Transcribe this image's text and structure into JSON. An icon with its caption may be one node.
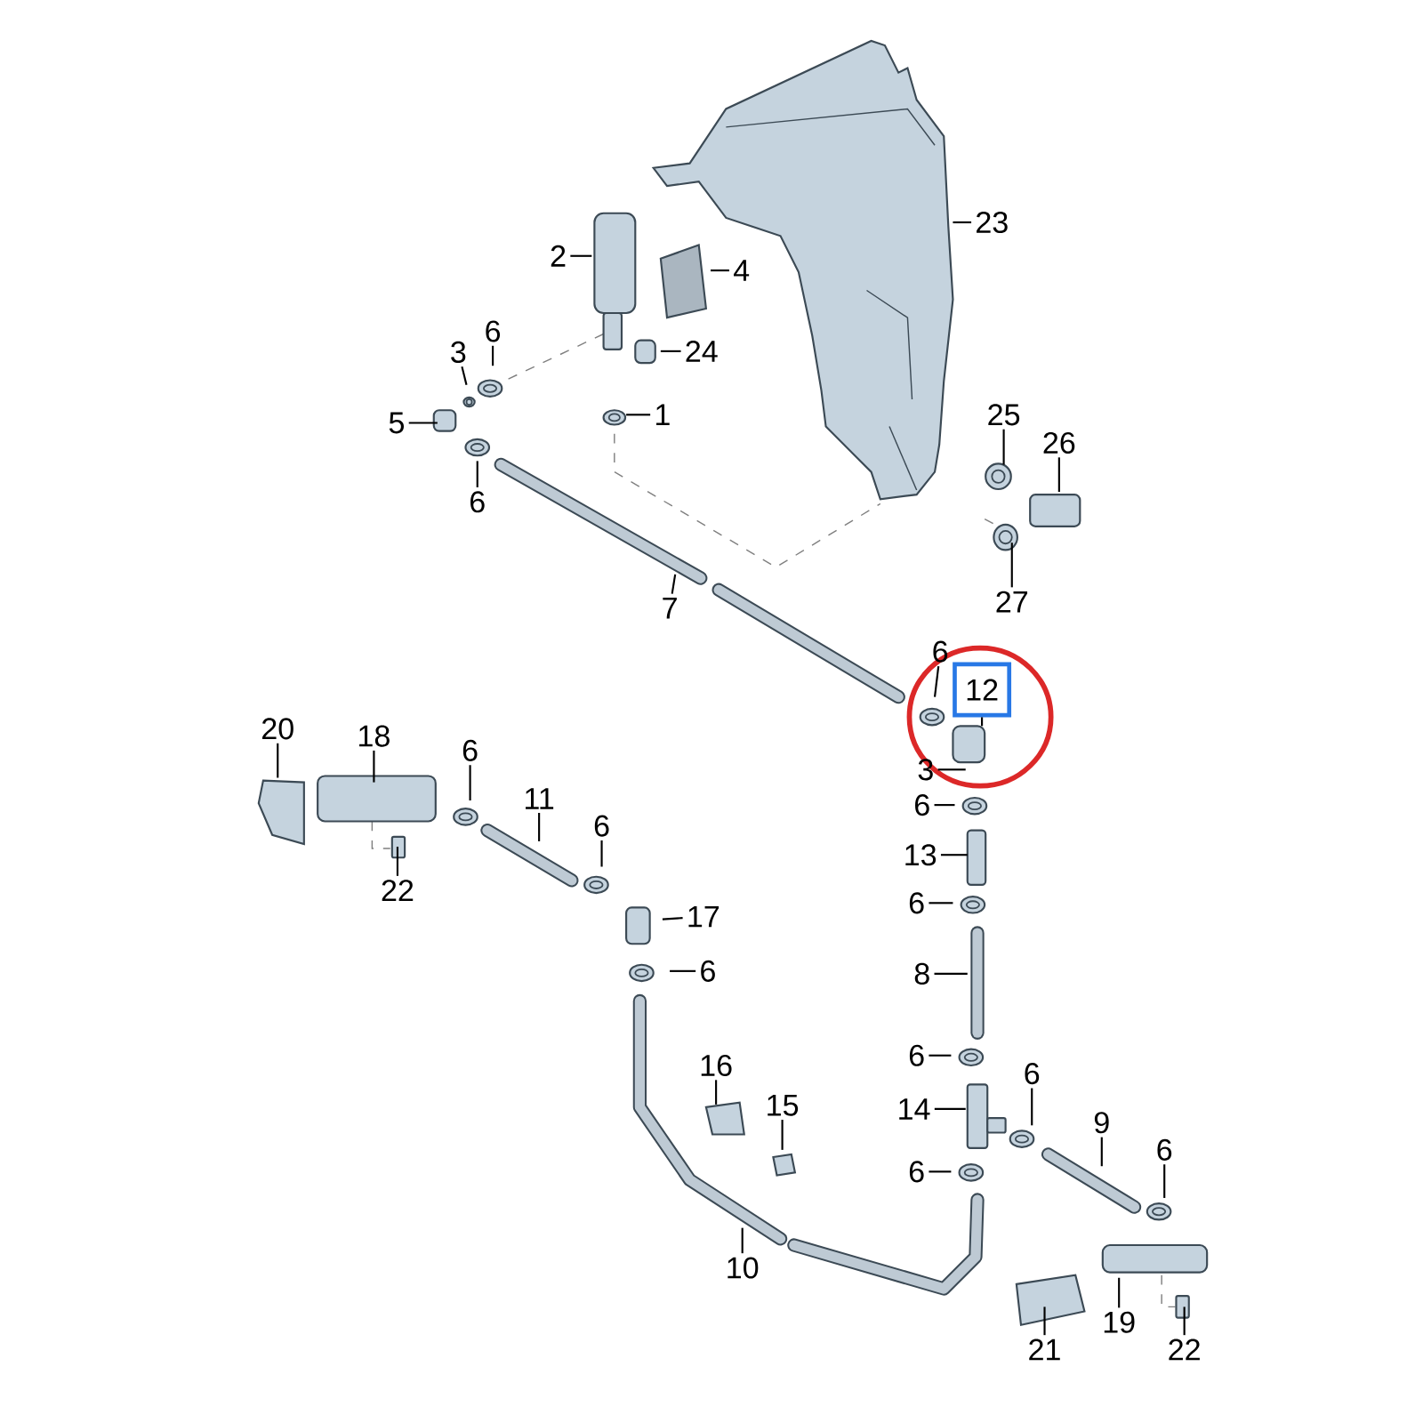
{
  "diagram": {
    "nodes": [
      {
        "text": [
          "2"
        ]
      },
      {
        "text": [
          "4"
        ]
      },
      {
        "text": [
          "6"
        ]
      },
      {
        "text": [
          "3"
        ]
      },
      {
        "text": [
          "24"
        ]
      },
      {
        "text": [
          "5"
        ]
      },
      {
        "text": [
          "1"
        ]
      },
      {
        "text": [
          "6"
        ]
      },
      {
        "text": [
          "23"
        ]
      },
      {
        "text": [
          "25"
        ]
      },
      {
        "text": [
          "26"
        ]
      },
      {
        "text": [
          "27"
        ]
      },
      {
        "text": [
          "7"
        ]
      },
      {
        "text": [
          "6"
        ]
      },
      {
        "text": [
          "12"
        ]
      },
      {
        "text": [
          "3"
        ]
      },
      {
        "text": [
          "6"
        ]
      },
      {
        "text": [
          "13"
        ]
      },
      {
        "text": [
          "6"
        ]
      },
      {
        "text": [
          "8"
        ]
      },
      {
        "text": [
          "6"
        ]
      },
      {
        "text": [
          "14"
        ]
      },
      {
        "text": [
          "6"
        ]
      },
      {
        "text": [
          "6"
        ]
      },
      {
        "text": [
          "9"
        ]
      },
      {
        "text": [
          "6"
        ]
      },
      {
        "text": [
          "20"
        ]
      },
      {
        "text": [
          "18"
        ]
      },
      {
        "text": [
          "6"
        ]
      },
      {
        "text": [
          "11"
        ]
      },
      {
        "text": [
          "6"
        ]
      },
      {
        "text": [
          "17"
        ]
      },
      {
        "text": [
          "6"
        ]
      },
      {
        "text": [
          "22"
        ]
      },
      {
        "text": [
          "16"
        ]
      },
      {
        "text": [
          "15"
        ]
      },
      {
        "text": [
          "10"
        ]
      },
      {
        "text": [
          "21"
        ]
      },
      {
        "text": [
          "19"
        ]
      },
      {
        "text": [
          "22"
        ]
      }
    ],
    "edges": [
      {
        "from": 0,
        "to": null,
        "arrow": "none"
      },
      {
        "from": 1,
        "to": null,
        "arrow": "none"
      },
      {
        "from": 2,
        "to": null,
        "arrow": "none"
      },
      {
        "from": 3,
        "to": null,
        "arrow": "none"
      },
      {
        "from": 4,
        "to": null,
        "arrow": "none"
      },
      {
        "from": 5,
        "to": null,
        "arrow": "none"
      },
      {
        "from": 6,
        "to": null,
        "arrow": "none"
      },
      {
        "from": 7,
        "to": null,
        "arrow": "none"
      },
      {
        "from": 8,
        "to": null,
        "arrow": "none"
      },
      {
        "from": 9,
        "to": null,
        "arrow": "none"
      },
      {
        "from": 10,
        "to": null,
        "arrow": "none"
      },
      {
        "from": 11,
        "to": null,
        "arrow": "none"
      },
      {
        "from": 12,
        "to": null,
        "arrow": "none"
      },
      {
        "from": 13,
        "to": null,
        "arrow": "none"
      },
      {
        "from": 14,
        "to": null,
        "arrow": "none"
      },
      {
        "from": 15,
        "to": null,
        "arrow": "none"
      },
      {
        "from": 16,
        "to": null,
        "arrow": "none"
      },
      {
        "from": 17,
        "to": null,
        "arrow": "none"
      },
      {
        "from": 18,
        "to": null,
        "arrow": "none"
      },
      {
        "from": 19,
        "to": null,
        "arrow": "none"
      },
      {
        "from": 20,
        "to": null,
        "arrow": "none"
      },
      {
        "from": 21,
        "to": null,
        "arrow": "none"
      },
      {
        "from": 22,
        "to": null,
        "arrow": "none"
      },
      {
        "from": 23,
        "to": null,
        "arrow": "none"
      },
      {
        "from": 24,
        "to": null,
        "arrow": "none"
      },
      {
        "from": 25,
        "to": null,
        "arrow": "none"
      },
      {
        "from": 26,
        "to": null,
        "arrow": "none"
      },
      {
        "from": 27,
        "to": null,
        "arrow": "none"
      },
      {
        "from": 28,
        "to": null,
        "arrow": "none"
      },
      {
        "from": 29,
        "to": null,
        "arrow": "none"
      },
      {
        "from": 30,
        "to": null,
        "arrow": "none"
      },
      {
        "from": 31,
        "to": null,
        "arrow": "none"
      },
      {
        "from": 32,
        "to": null,
        "arrow": "none"
      },
      {
        "from": 33,
        "to": null,
        "arrow": "none"
      },
      {
        "from": 34,
        "to": null,
        "arrow": "none"
      },
      {
        "from": 35,
        "to": null,
        "arrow": "none"
      },
      {
        "from": 36,
        "to": null,
        "arrow": "none"
      },
      {
        "from": 37,
        "to": null,
        "arrow": "none"
      },
      {
        "from": 38,
        "to": null,
        "arrow": "none"
      },
      {
        "from": 39,
        "to": null,
        "arrow": "none"
      }
    ]
  }
}
